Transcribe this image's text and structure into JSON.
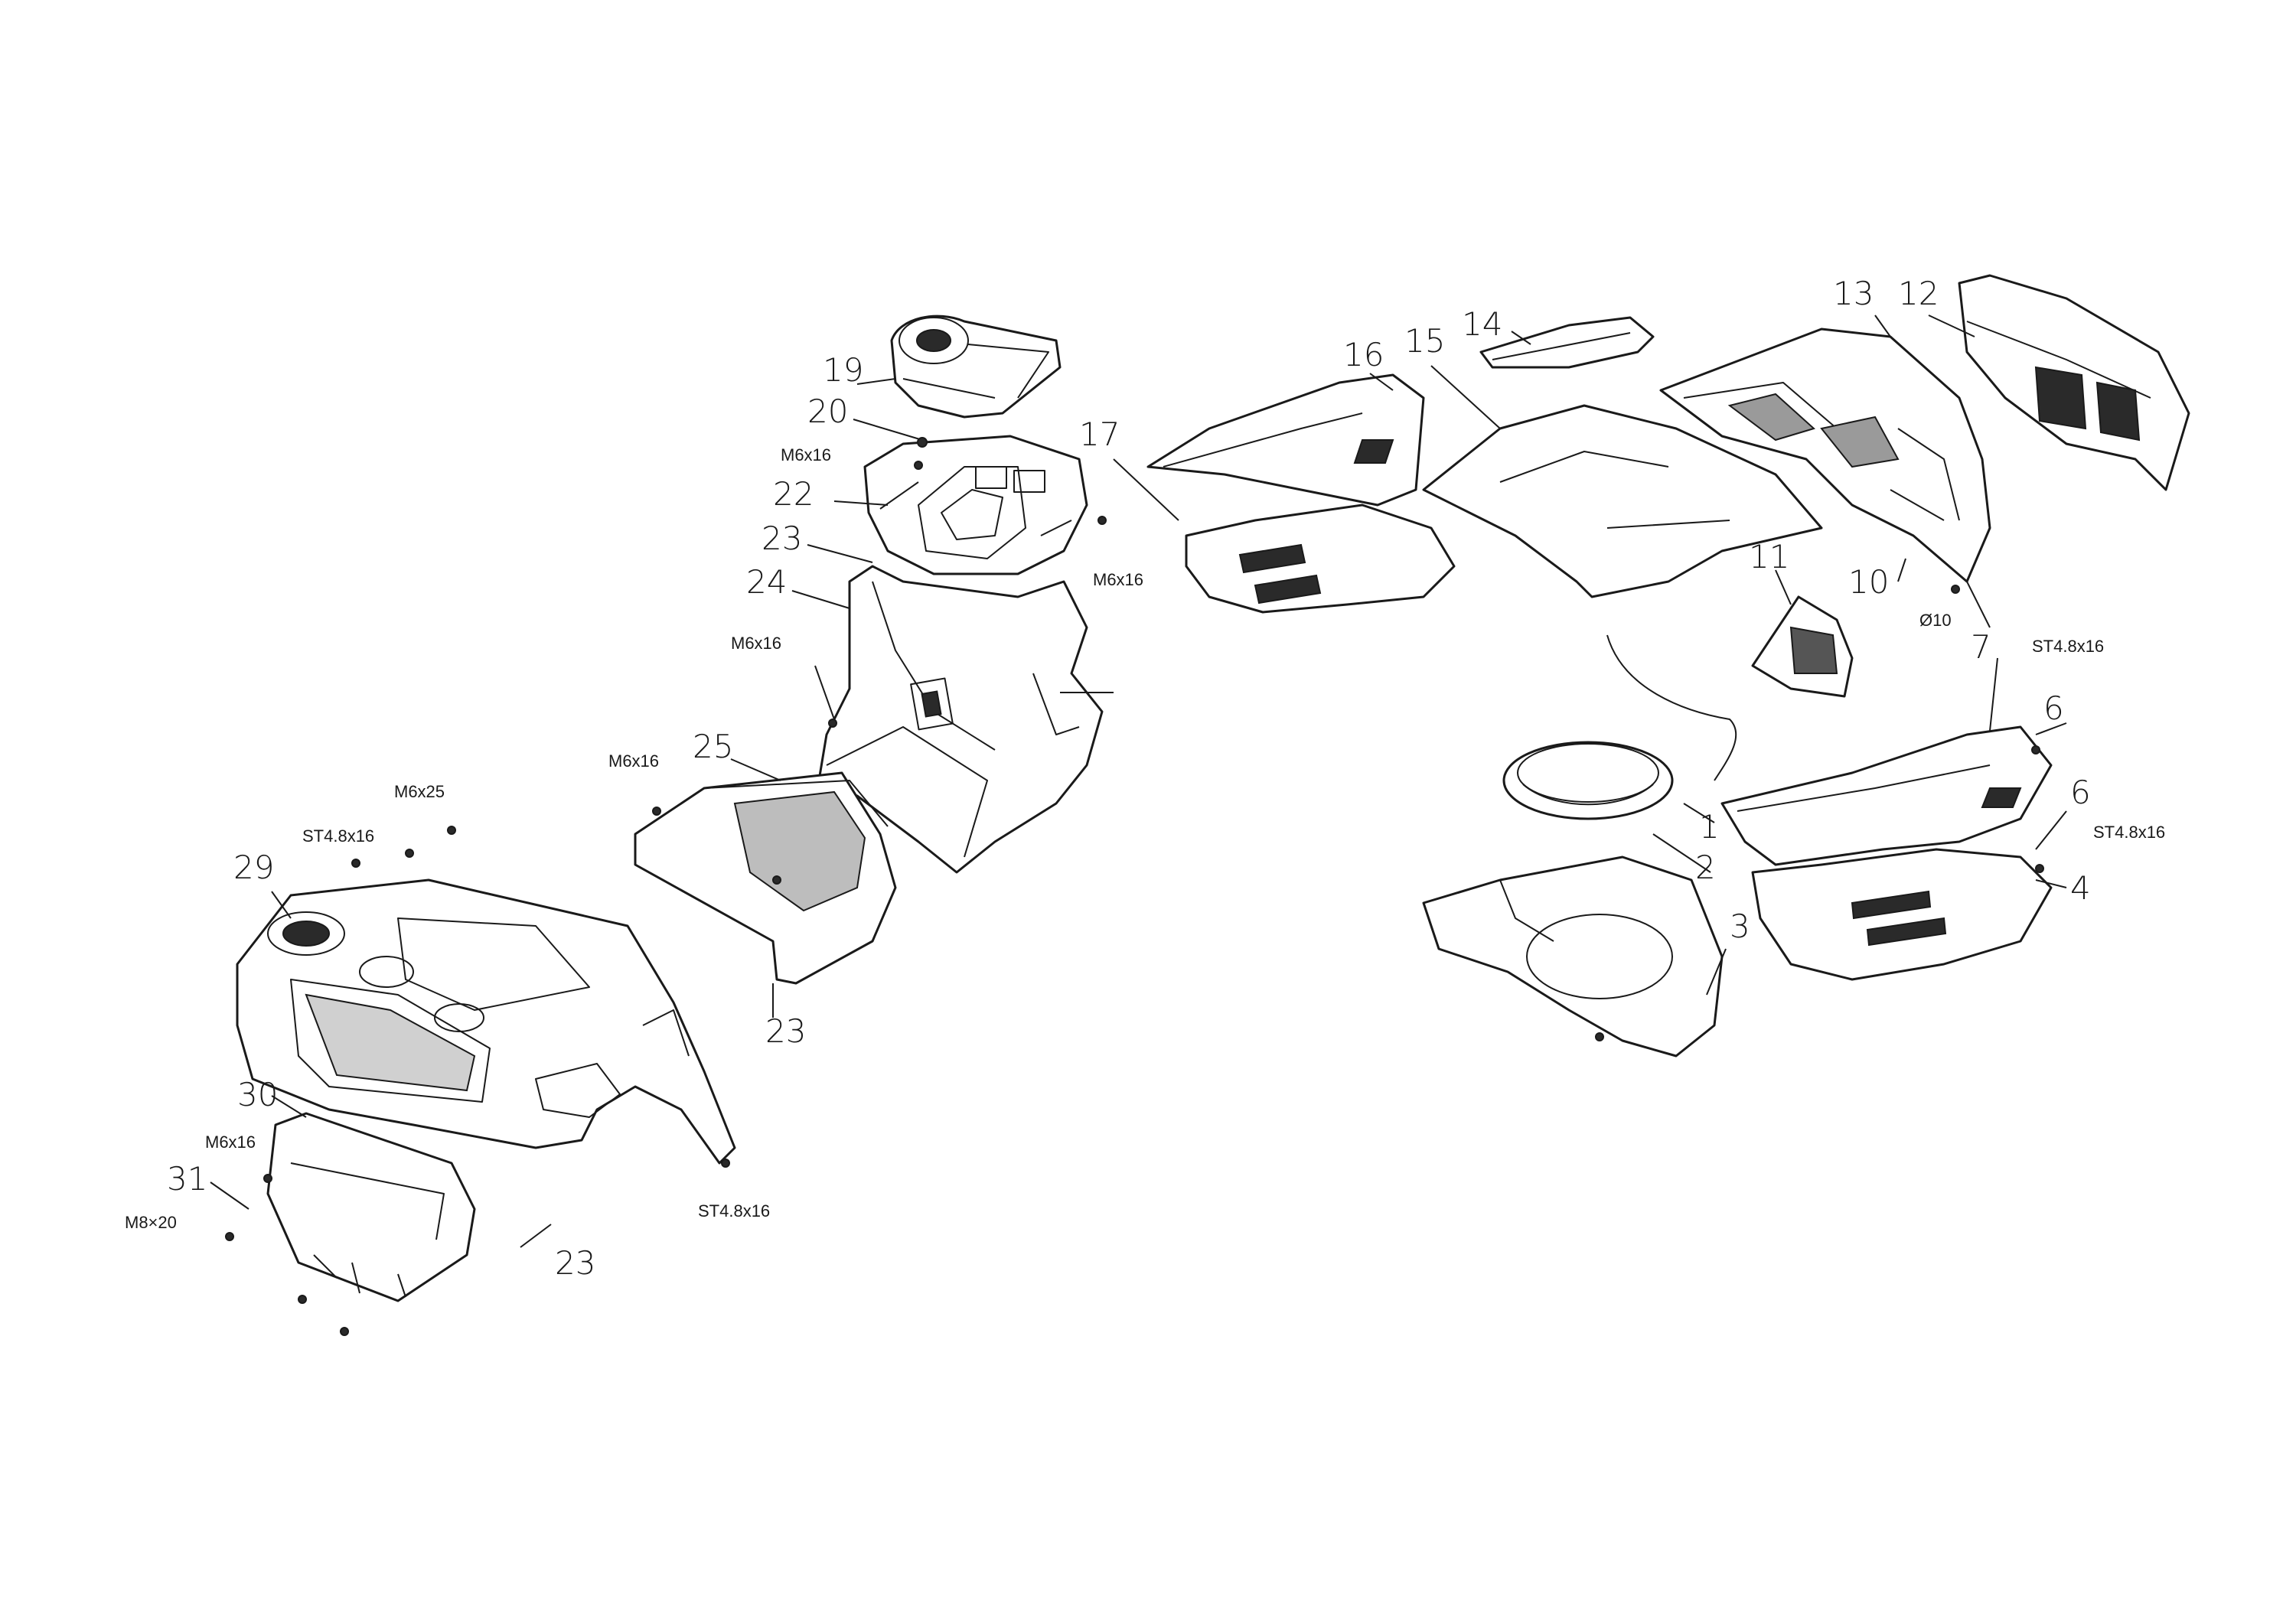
{
  "labels": {
    "p1": "1",
    "p2": "2",
    "p3": "3",
    "p4": "4",
    "p6a": "6",
    "p6b": "6",
    "p7": "7",
    "p10": "10",
    "p11": "11",
    "p12": "12",
    "p13": "13",
    "p14": "14",
    "p15": "15",
    "p16": "16",
    "p17": "17",
    "p19": "19",
    "p20": "20",
    "p22": "22",
    "p23a": "23",
    "p23b": "23",
    "p23c": "23",
    "p24": "24",
    "p25": "25",
    "p29": "29",
    "p30": "30",
    "p31": "31"
  },
  "specs": {
    "s_m6x16_a": "M6x16",
    "s_m6x16_b": "M6x16",
    "s_m6x16_c": "M6x16",
    "s_m6x16_d": "M6x16",
    "s_m6x16_e": "M6x16",
    "s_m6x25": "M6x25",
    "s_st48_a": "ST4.8x16",
    "s_st48_b": "ST4.8x16",
    "s_st48_c": "ST4.8x16",
    "s_st48_d": "ST4.8x16",
    "s_m8x20": "M8×20",
    "s_d10": "Ø10"
  }
}
